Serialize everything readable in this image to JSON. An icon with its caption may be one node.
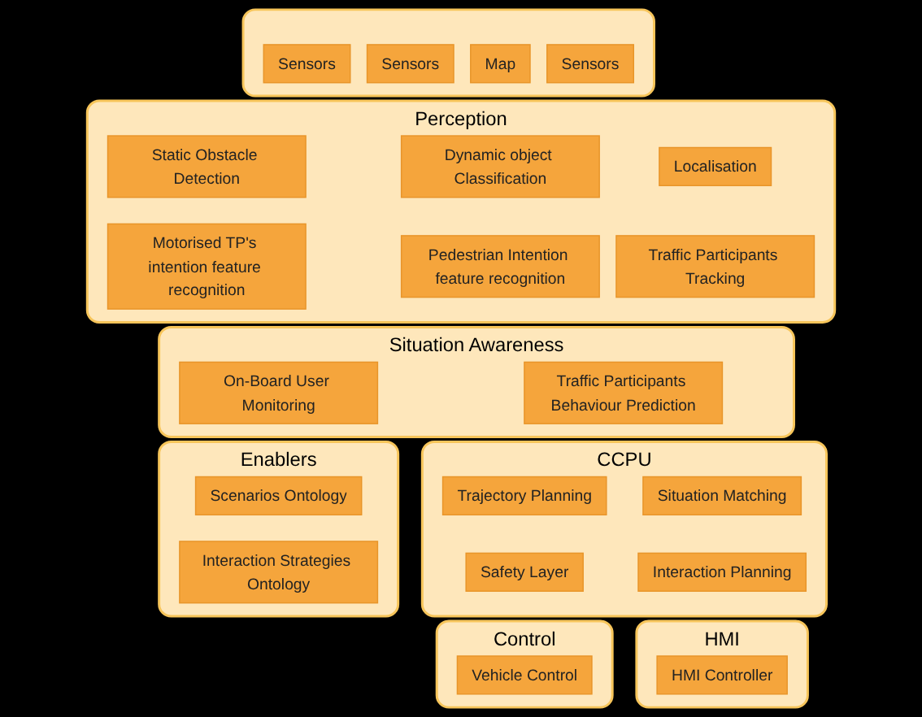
{
  "diagram": {
    "nodes": [
      {
        "text": [],
        "shape": "box"
      },
      {
        "text": [
          "Sensors"
        ],
        "in": 0
      },
      {
        "text": [
          "Map"
        ],
        "in": 0
      },
      {
        "text": [
          "Sensors"
        ],
        "in": 0
      },
      {
        "text": [
          "Sensors"
        ],
        "in": 0
      },
      {
        "text": [
          "Perception"
        ]
      },
      {
        "text": [
          "Localisation"
        ],
        "in": 5
      },
      {
        "text": [
          "Dynamic object Classification"
        ],
        "in": 5
      },
      {
        "text": [
          "Static Obstacle Detection"
        ],
        "in": 5
      },
      {
        "text": [
          "Traffic Participants Tracking"
        ],
        "in": 5
      },
      {
        "text": [
          "Pedestrian Intention feature recognition"
        ],
        "in": 5
      },
      {
        "text": [
          "Motorised TP's intention feature recognition"
        ],
        "in": 5
      },
      {
        "text": [
          "Situation Awareness"
        ]
      },
      {
        "text": [
          "Traffic Participants Behaviour Prediction"
        ],
        "in": 12
      },
      {
        "text": [
          "On-Board User Monitoring"
        ],
        "in": 12
      },
      {
        "text": [
          "CCPU"
        ]
      },
      {
        "text": [
          "Situation Matching"
        ],
        "in": 15
      },
      {
        "text": [
          "Trajectory Planning"
        ],
        "in": 15
      },
      {
        "text": [
          "Interaction Planning"
        ],
        "in": 15
      },
      {
        "text": [
          "Safety Layer"
        ],
        "in": 15
      },
      {
        "text": [
          "Enablers"
        ]
      },
      {
        "text": [
          "Scenarios Ontology"
        ],
        "in": 20
      },
      {
        "text": [
          "Interaction Strategies Ontology"
        ],
        "in": 20
      },
      {
        "text": [
          "HMI"
        ]
      },
      {
        "text": [
          "HMI Controller"
        ],
        "in": 23
      },
      {
        "text": [
          "Control"
        ]
      },
      {
        "text": [
          "Vehicle Control"
        ],
        "in": 25
      }
    ],
    "edges": []
  }
}
